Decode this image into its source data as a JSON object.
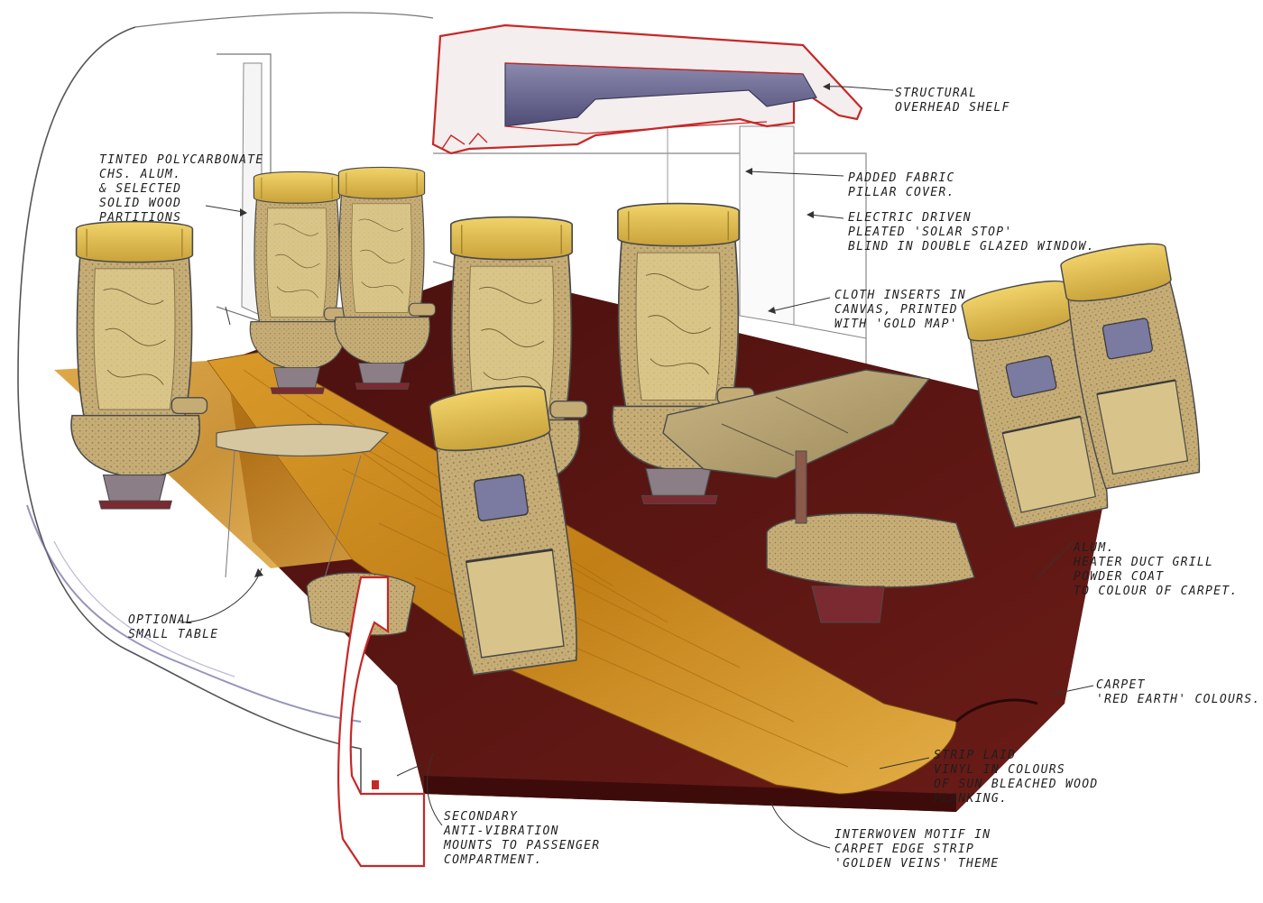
{
  "colors": {
    "carpet": "#5a1512",
    "carpet_dark": "#3d0c0a",
    "wood": "#c8861a",
    "wood_light": "#e3a93a",
    "seat_fabric": "#c9b27a",
    "seat_headrest": "#e8c24a",
    "outline": "#4a4a4a",
    "frame_red": "#c62828",
    "shelf_purple": "#6c6a93"
  },
  "annotations": {
    "overhead_shelf": [
      "STRUCTURAL",
      "OVERHEAD SHELF"
    ],
    "pillar_cover": [
      "PADDED FABRIC",
      "PILLAR COVER."
    ],
    "solar_blind": [
      "ELECTRIC DRIVEN",
      "PLEATED 'SOLAR STOP'",
      "BLIND IN DOUBLE GLAZED WINDOW."
    ],
    "cloth_inserts": [
      "CLOTH INSERTS IN",
      "CANVAS, PRINTED",
      "WITH 'GOLD MAP'"
    ],
    "partition": [
      "TINTED POLYCARBONATE",
      "CHS. ALUM.",
      "& SELECTED",
      "SOLID WOOD",
      "PARTITIONS"
    ],
    "heater_duct": [
      "ALUM.",
      "HEATER DUCT GRILL",
      "POWDER COAT",
      "TO COLOUR OF CARPET."
    ],
    "carpet": [
      "CARPET",
      "'RED EARTH' COLOURS."
    ],
    "vinyl_strip": [
      "STRIP LAID",
      "VINYL IN COLOURS",
      "OF SUN BLEACHED WOOD",
      "PLANKING."
    ],
    "motif": [
      "INTERWOVEN MOTIF IN",
      "CARPET EDGE STRIP",
      "'GOLDEN VEINS' THEME"
    ],
    "anti_vibration": [
      "SECONDARY",
      "ANTI-VIBRATION",
      "MOUNTS TO PASSENGER",
      "COMPARTMENT."
    ],
    "small_table": [
      "OPTIONAL",
      "SMALL TABLE"
    ]
  }
}
